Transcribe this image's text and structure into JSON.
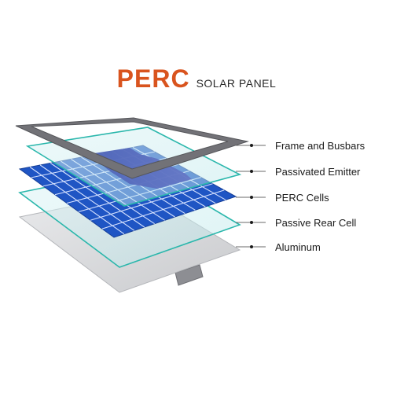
{
  "title": {
    "main": "PERC",
    "sub": "SOLAR PANEL"
  },
  "colors": {
    "title_accent": "#d9541e",
    "frame": "#6e6e73",
    "glass_edge": "#2bb7ac",
    "cells": "#1f55c4",
    "aluminum": "#d9dadd"
  },
  "layers": [
    {
      "label": "Frame and Busbars"
    },
    {
      "label": "Passivated Emitter"
    },
    {
      "label": "PERC Cells"
    },
    {
      "label": "Passive Rear Cell"
    },
    {
      "label": "Aluminum"
    }
  ]
}
